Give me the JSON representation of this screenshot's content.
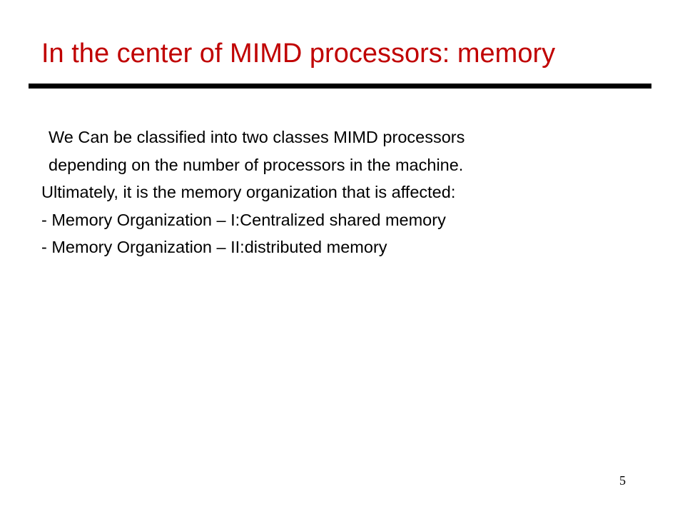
{
  "slide": {
    "title": "In the center of MIMD processors: memory",
    "title_color": "#c00000",
    "rule_color": "#000000",
    "text_color": "#000000",
    "body_lines": [
      "We Can be classified into two classes MIMD processors",
      "depending on the number of processors in the machine.",
      "Ultimately, it is the memory organization that is affected:",
      "- Memory Organization – I:Centralized shared memory",
      "- Memory Organization – II:distributed memory"
    ],
    "page_number": "5"
  }
}
